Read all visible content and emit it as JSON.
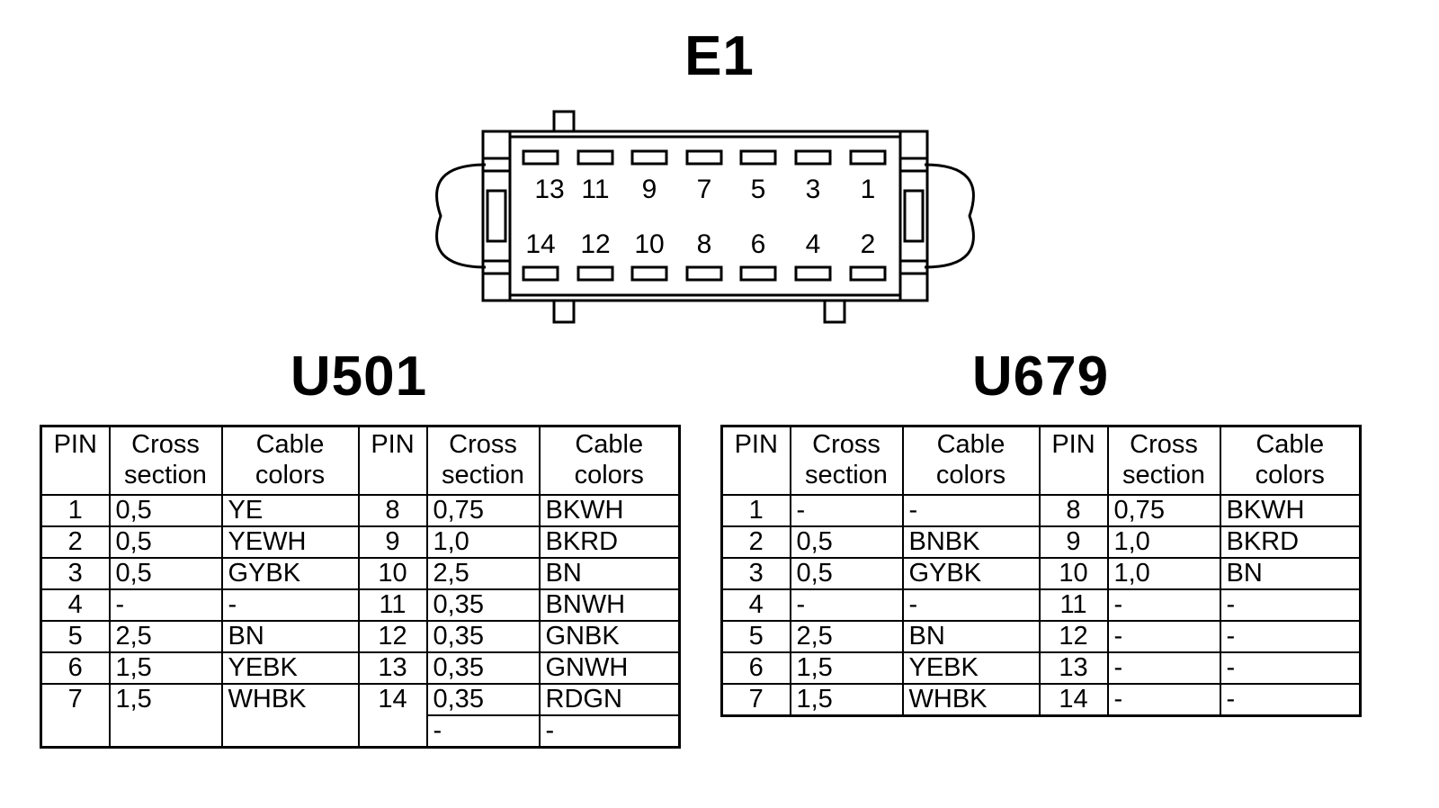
{
  "connector": {
    "title": "E1",
    "top_pins": [
      "13",
      "11",
      "9",
      "7",
      "5",
      "3",
      "1"
    ],
    "bottom_pins": [
      "14",
      "12",
      "10",
      "8",
      "6",
      "4",
      "2"
    ]
  },
  "tables": [
    {
      "title": "U501",
      "headers": {
        "pin": "PIN",
        "cross_line1": "Cross",
        "cross_line2": "section",
        "colors_line1": "Cable",
        "colors_line2": "colors"
      },
      "left": [
        {
          "pin": "1",
          "cs": "0,5",
          "color": "YE"
        },
        {
          "pin": "2",
          "cs": "0,5",
          "color": "YEWH"
        },
        {
          "pin": "3",
          "cs": "0,5",
          "color": "GYBK"
        },
        {
          "pin": "4",
          "cs": "-",
          "color": "-"
        },
        {
          "pin": "5",
          "cs": "2,5",
          "color": "BN"
        },
        {
          "pin": "6",
          "cs": "1,5",
          "color": "YEBK"
        },
        {
          "pin": "7",
          "cs": "1,5",
          "color": "WHBK"
        }
      ],
      "right": [
        {
          "pin": "8",
          "cs": "0,75",
          "color": "BKWH"
        },
        {
          "pin": "9",
          "cs": "1,0",
          "color": "BKRD"
        },
        {
          "pin": "10",
          "cs": "2,5",
          "color": "BN"
        },
        {
          "pin": "11",
          "cs": "0,35",
          "color": "BNWH"
        },
        {
          "pin": "12",
          "cs": "0,35",
          "color": "GNBK"
        },
        {
          "pin": "13",
          "cs": "0,35",
          "color": "GNWH"
        },
        {
          "pin": "14",
          "cs": "0,35",
          "color": "RDGN"
        }
      ],
      "extra_row": {
        "cs": "-",
        "color": "-"
      }
    },
    {
      "title": "U679",
      "headers": {
        "pin": "PIN",
        "cross_line1": "Cross",
        "cross_line2": "section",
        "colors_line1": "Cable",
        "colors_line2": "colors"
      },
      "left": [
        {
          "pin": "1",
          "cs": "-",
          "color": "-"
        },
        {
          "pin": "2",
          "cs": "0,5",
          "color": "BNBK"
        },
        {
          "pin": "3",
          "cs": "0,5",
          "color": "GYBK"
        },
        {
          "pin": "4",
          "cs": "-",
          "color": "-"
        },
        {
          "pin": "5",
          "cs": "2,5",
          "color": "BN"
        },
        {
          "pin": "6",
          "cs": "1,5",
          "color": "YEBK"
        },
        {
          "pin": "7",
          "cs": "1,5",
          "color": "WHBK"
        }
      ],
      "right": [
        {
          "pin": "8",
          "cs": "0,75",
          "color": "BKWH"
        },
        {
          "pin": "9",
          "cs": "1,0",
          "color": "BKRD"
        },
        {
          "pin": "10",
          "cs": "1,0",
          "color": "BN"
        },
        {
          "pin": "11",
          "cs": "-",
          "color": "-"
        },
        {
          "pin": "12",
          "cs": "-",
          "color": "-"
        },
        {
          "pin": "13",
          "cs": "-",
          "color": "-"
        },
        {
          "pin": "14",
          "cs": "-",
          "color": "-"
        }
      ]
    }
  ]
}
